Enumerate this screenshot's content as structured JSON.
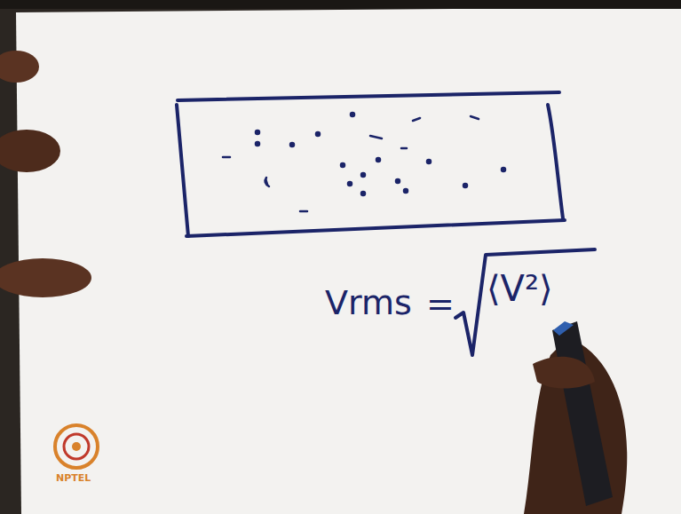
{
  "diagram": {
    "labels": [
      "Vrms",
      "=",
      "⟨V²⟩",
      "NPTEL"
    ]
  }
}
